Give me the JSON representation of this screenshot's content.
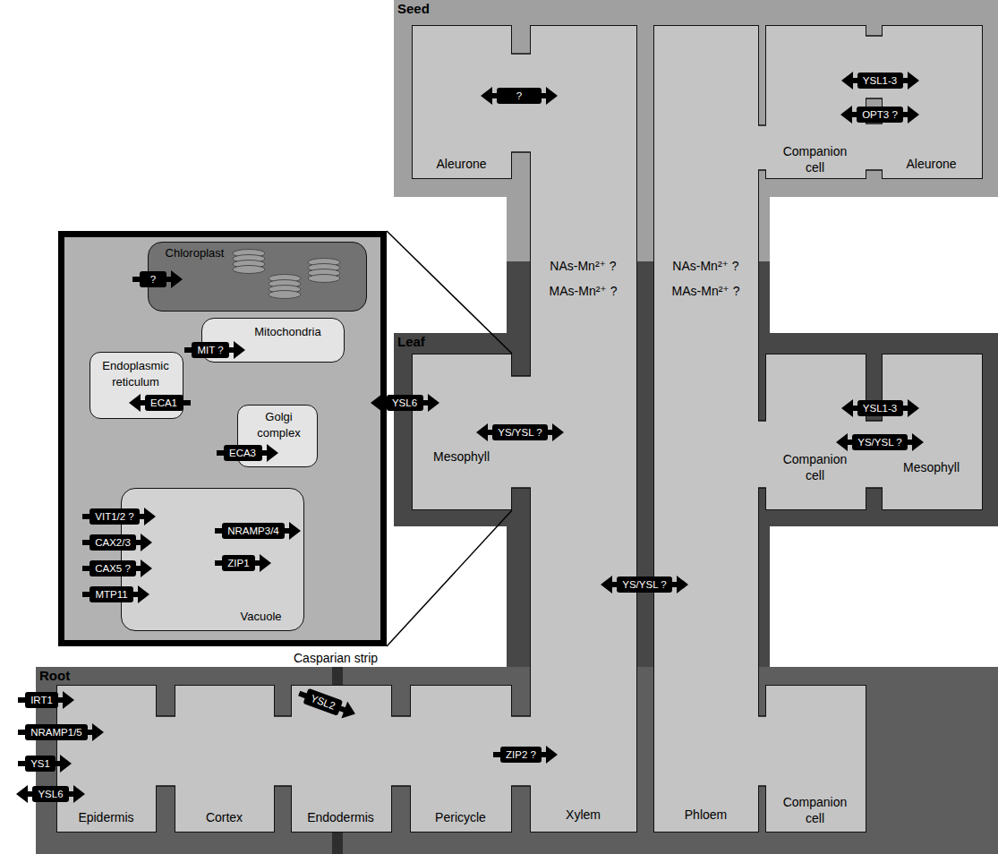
{
  "diagram": {
    "nodes": [
      {
        "text": [
          "Seed"
        ]
      },
      {
        "text": [
          "Aleurone"
        ],
        "in": 0
      },
      {
        "text": [
          "Companion cell"
        ],
        "in": 0
      },
      {
        "text": [
          "Aleurone"
        ],
        "in": 0
      },
      {
        "text": [
          "NAs-Mn²⁺ ?",
          "MAs-Mn²⁺ ?",
          "Xylem"
        ]
      },
      {
        "text": [
          "NAs-Mn²⁺ ?",
          "MAs-Mn²⁺ ?",
          "Phloem"
        ]
      },
      {
        "text": [
          "Leaf"
        ]
      },
      {
        "text": [
          "Mesophyll"
        ],
        "in": 6
      },
      {
        "text": [
          "Companion cell"
        ],
        "in": 6
      },
      {
        "text": [
          "Mesophyll"
        ],
        "in": 6
      },
      {
        "text": [
          "Root"
        ]
      },
      {
        "text": [
          "Epidermis"
        ],
        "in": 10
      },
      {
        "text": [
          "Cortex"
        ],
        "in": 10
      },
      {
        "text": [
          "Endodermis"
        ],
        "in": 10
      },
      {
        "text": [
          "Pericycle"
        ],
        "in": 10
      },
      {
        "text": [
          "Companion cell"
        ],
        "in": 10
      },
      {
        "text": [
          "Chloroplast"
        ]
      },
      {
        "text": [
          "Mitochondria"
        ]
      },
      {
        "text": [
          "Endoplasmic reticulum"
        ]
      },
      {
        "text": [
          "Golgi complex"
        ]
      },
      {
        "text": [
          "Vacuole"
        ]
      },
      {
        "text": [
          "?"
        ]
      },
      {
        "text": [
          "YSL1-3"
        ]
      },
      {
        "text": [
          "OPT3 ?"
        ]
      },
      {
        "text": [
          "?"
        ]
      },
      {
        "text": [
          "MIT ?"
        ]
      },
      {
        "text": [
          "ECA1"
        ]
      },
      {
        "text": [
          "ECA3"
        ]
      },
      {
        "text": [
          "VIT1/2 ?"
        ]
      },
      {
        "text": [
          "CAX2/3"
        ]
      },
      {
        "text": [
          "CAX5 ?"
        ]
      },
      {
        "text": [
          "MTP11"
        ]
      },
      {
        "text": [
          "NRAMP3/4"
        ]
      },
      {
        "text": [
          "ZIP1"
        ]
      },
      {
        "text": [
          "YSL6"
        ]
      },
      {
        "text": [
          "YS/YSL ?"
        ]
      },
      {
        "text": [
          "YSL1-3"
        ]
      },
      {
        "text": [
          "YS/YSL ?"
        ]
      },
      {
        "text": [
          "YS/YSL ?"
        ]
      },
      {
        "text": [
          "IRT1"
        ]
      },
      {
        "text": [
          "NRAMP1/5"
        ]
      },
      {
        "text": [
          "YS1"
        ]
      },
      {
        "text": [
          "YSL6"
        ]
      },
      {
        "text": [
          "YSL2"
        ]
      },
      {
        "text": [
          "ZIP2 ?"
        ]
      }
    ],
    "labels": [
      "Casparian strip"
    ]
  }
}
